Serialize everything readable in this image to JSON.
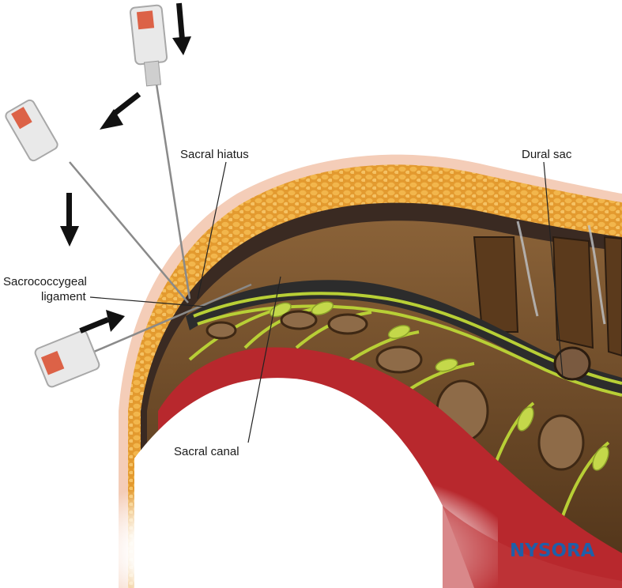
{
  "labels": {
    "sacral_hiatus": "Sacral hiatus",
    "dural_sac": "Dural sac",
    "sacrococcygeal_line1": "Sacrococcygeal",
    "sacrococcygeal_line2": "ligament",
    "sacral_canal": "Sacral canal"
  },
  "logo": {
    "text": "NYSORA",
    "color": "#1f5fa8"
  },
  "colors": {
    "fat": "#e8a23a",
    "skin": "#f2c9b4",
    "bone": "#6e4a26",
    "nerve": "#b9cf3a",
    "vessel": "#b3262b",
    "needle_hub": "#d8d8d8"
  },
  "icons": [
    "arrow-down-icon",
    "arrow-down-left-icon",
    "arrow-down-icon",
    "arrow-right-icon",
    "needle-icon"
  ]
}
